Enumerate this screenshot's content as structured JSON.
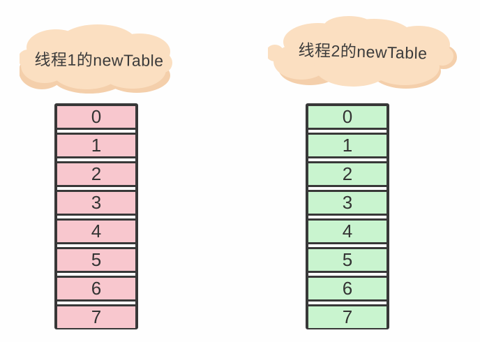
{
  "colors": {
    "bg": "#fefefe",
    "border": "#383838",
    "text": "#333333",
    "label_text": "#3b3b3b",
    "cell_pink": "#f8c7ce",
    "cell_green": "#c9f4cf",
    "cloud": "#fbdfc1",
    "cloud_shade": "#f4cfab"
  },
  "diagram": {
    "left": {
      "label": "线程1的newTable",
      "cells": [
        "0",
        "1",
        "2",
        "3",
        "4",
        "5",
        "6",
        "7"
      ]
    },
    "right": {
      "label": "线程2的newTable",
      "cells": [
        "0",
        "1",
        "2",
        "3",
        "4",
        "5",
        "6",
        "7"
      ]
    }
  }
}
